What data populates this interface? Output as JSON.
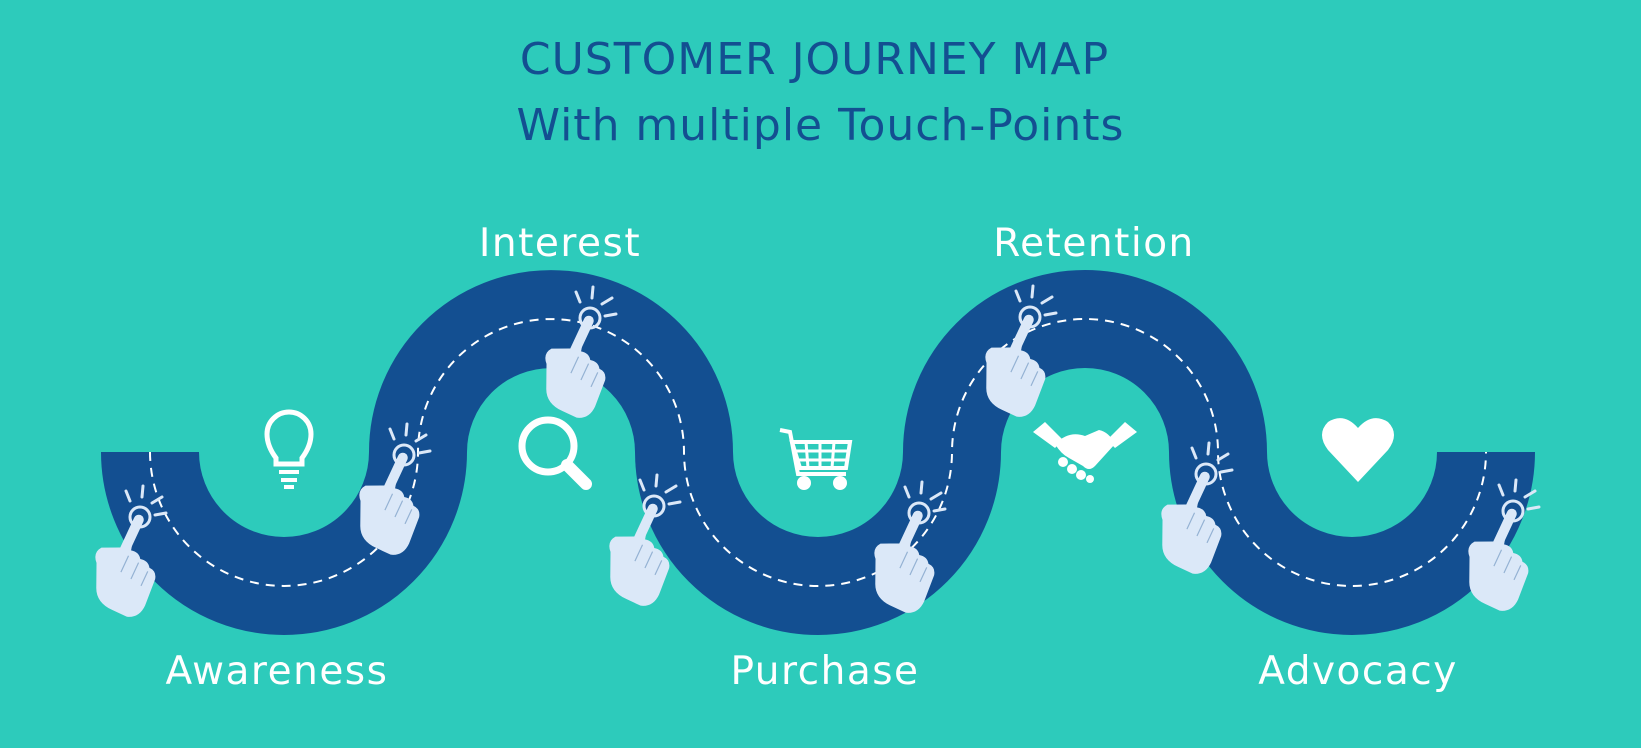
{
  "title": {
    "line1": "CUSTOMER JOURNEY MAP",
    "line2": "With multiple Touch-Points"
  },
  "stages": [
    {
      "label": "Awareness",
      "icon": "lightbulb-icon"
    },
    {
      "label": "Interest",
      "icon": "magnifier-icon"
    },
    {
      "label": "Purchase",
      "icon": "shopping-cart-icon"
    },
    {
      "label": "Retention",
      "icon": "handshake-icon"
    },
    {
      "label": "Advocacy",
      "icon": "heart-icon"
    }
  ],
  "touch_point_icon": "pointing-hand-icon",
  "colors": {
    "background": "#2dcbbb",
    "road": "#134f91",
    "title": "#134f91",
    "labels": "#ffffff",
    "hand": "#dbe8f8"
  }
}
